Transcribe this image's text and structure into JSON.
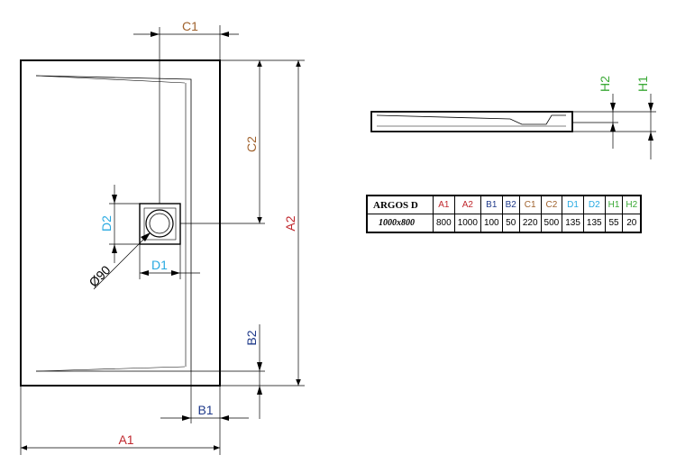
{
  "labels": {
    "a1": "A1",
    "a2": "A2",
    "b1": "B1",
    "b2": "B2",
    "c1": "C1",
    "c2": "C2",
    "d1": "D1",
    "d2": "D2",
    "h1": "H1",
    "h2": "H2",
    "diameter": "Ø90"
  },
  "colors": {
    "a": "#c0272d",
    "b": "#1f3a8a",
    "c": "#a0622d",
    "d": "#27a9e1",
    "h": "#3aa935",
    "line": "#000000"
  },
  "table": {
    "model": "ARGOS D",
    "headers": [
      "A1",
      "A2",
      "B1",
      "B2",
      "C1",
      "C2",
      "D1",
      "D2",
      "H1",
      "H2"
    ],
    "size": "1000x800",
    "values": [
      "800",
      "1000",
      "100",
      "50",
      "220",
      "500",
      "135",
      "135",
      "55",
      "20"
    ]
  }
}
